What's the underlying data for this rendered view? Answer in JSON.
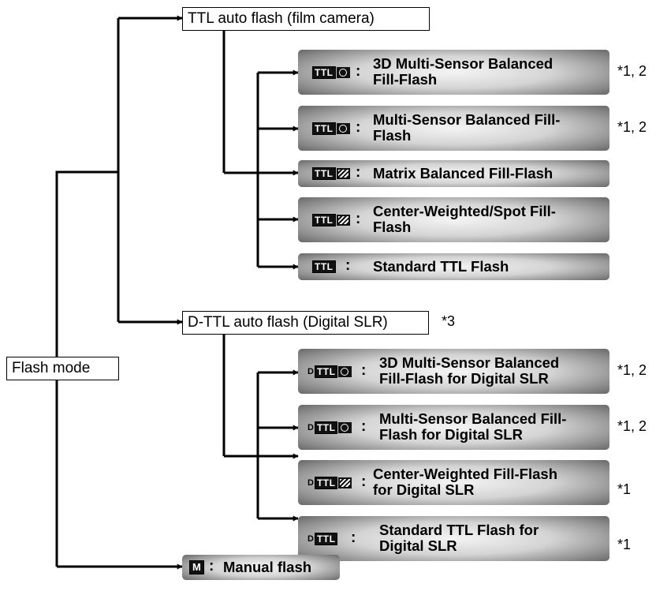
{
  "root": {
    "label": "Flash mode"
  },
  "groups": [
    {
      "label": "TTL auto flash (film camera)",
      "note": "",
      "items": [
        {
          "symbol": "TTL-3d-multi-icon",
          "line1": "3D Multi-Sensor Balanced",
          "line2": "Fill-Flash",
          "note": "*1, 2"
        },
        {
          "symbol": "TTL-multi-icon",
          "line1": "Multi-Sensor Balanced Fill-",
          "line2": "Flash",
          "note": "*1, 2"
        },
        {
          "symbol": "TTL-matrix-icon",
          "line1": "Matrix Balanced Fill-Flash",
          "line2": "",
          "note": ""
        },
        {
          "symbol": "TTL-center-icon",
          "line1": "Center-Weighted/Spot Fill-",
          "line2": "Flash",
          "note": ""
        },
        {
          "symbol": "TTL-icon",
          "line1": "Standard TTL Flash",
          "line2": "",
          "note": ""
        }
      ]
    },
    {
      "label": "D-TTL auto flash (Digital SLR)",
      "note": "*3",
      "items": [
        {
          "symbol": "DTTL-3d-multi-icon",
          "line1": "3D Multi-Sensor Balanced",
          "line2": "Fill-Flash for Digital SLR",
          "note": "*1, 2"
        },
        {
          "symbol": "DTTL-multi-icon",
          "line1": "Multi-Sensor Balanced Fill-",
          "line2": "Flash for Digital SLR",
          "note": "*1, 2"
        },
        {
          "symbol": "DTTL-center-icon",
          "line1": "Center-Weighted Fill-Flash",
          "line2": "for Digital SLR",
          "note": "*1"
        },
        {
          "symbol": "DTTL-icon",
          "line1": "Standard TTL Flash for",
          "line2": "Digital SLR",
          "note": "*1"
        }
      ]
    }
  ],
  "manual": {
    "symbol": "M-icon",
    "label": "Manual flash"
  },
  "symbol_text": {
    "ttl": "TTL",
    "d": "D",
    "m": "M",
    "colon": ":"
  }
}
